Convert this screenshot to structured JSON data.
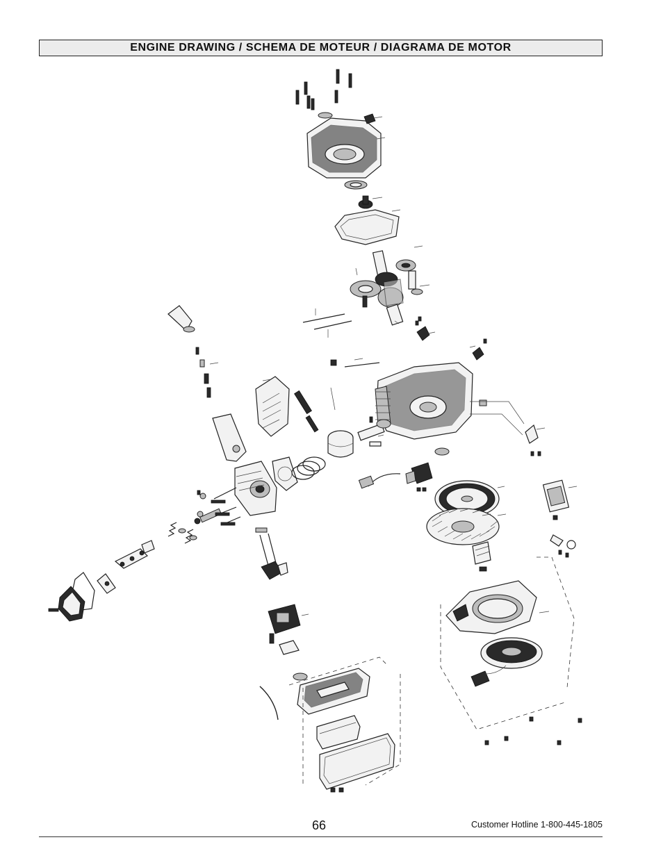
{
  "header": {
    "title": "ENGINE DRAWING / SCHEMA DE MOTEUR / DIAGRAMA DE MOTOR"
  },
  "footer": {
    "page_number": "66",
    "hotline": "Customer Hotline 1-800-445-1805"
  }
}
